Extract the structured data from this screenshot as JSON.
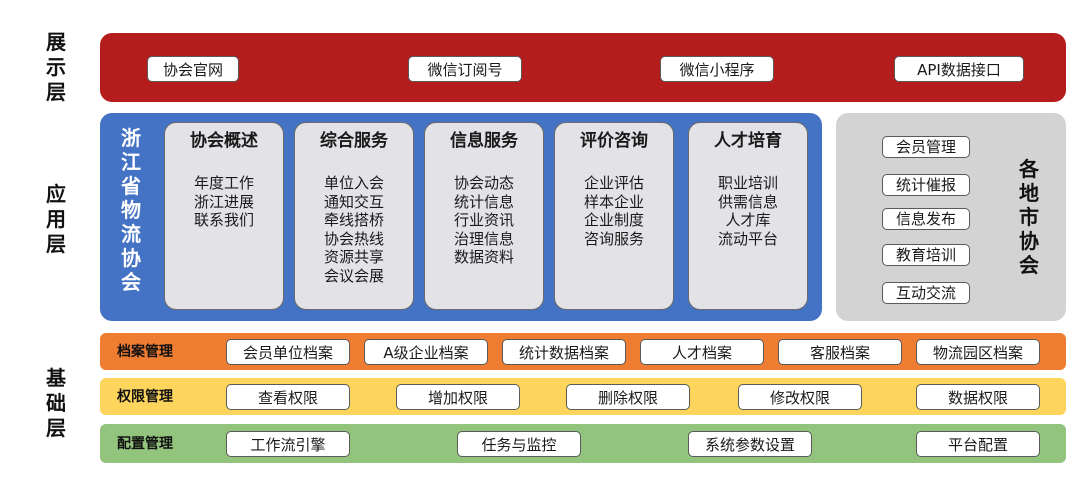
{
  "layers": {
    "display": "展示层",
    "app": "应用层",
    "base": "基础层"
  },
  "display_items": [
    "协会官网",
    "微信订阅号",
    "微信小程序",
    "API数据接口"
  ],
  "association": "浙江省物流协会",
  "cards": [
    {
      "title": "协会概述",
      "items": [
        "年度工作",
        "浙江进展",
        "联系我们"
      ]
    },
    {
      "title": "综合服务",
      "items": [
        "单位入会",
        "通知交互",
        "牵线搭桥",
        "协会热线",
        "资源共享",
        "会议会展"
      ]
    },
    {
      "title": "信息服务",
      "items": [
        "协会动态",
        "统计信息",
        "行业资讯",
        "治理信息",
        "数据资料"
      ]
    },
    {
      "title": "评价咨询",
      "items": [
        "企业评估",
        "样本企业",
        "企业制度",
        "咨询服务"
      ]
    },
    {
      "title": "人才培育",
      "items": [
        "职业培训",
        "供需信息",
        "人才库",
        "流动平台"
      ]
    }
  ],
  "local": {
    "label": "各地市协会",
    "items": [
      "会员管理",
      "统计催报",
      "信息发布",
      "教育培训",
      "互动交流"
    ]
  },
  "base_rows": [
    {
      "label": "档案管理",
      "items": [
        "会员单位档案",
        "A级企业档案",
        "统计数据档案",
        "人才档案",
        "客服档案",
        "物流园区档案"
      ]
    },
    {
      "label": "权限管理",
      "items": [
        "查看权限",
        "增加权限",
        "删除权限",
        "修改权限",
        "数据权限"
      ]
    },
    {
      "label": "配置管理",
      "items": [
        "工作流引擎",
        "任务与监控",
        "系统参数设置",
        "平台配置"
      ]
    }
  ],
  "colors": {
    "display_band": "#b51d1d",
    "app_band": "#4472c4",
    "local_band": "#d3d3d3",
    "archive_band": "#ef7d31",
    "permission_band": "#fdd45c",
    "config_band": "#93c47d"
  }
}
